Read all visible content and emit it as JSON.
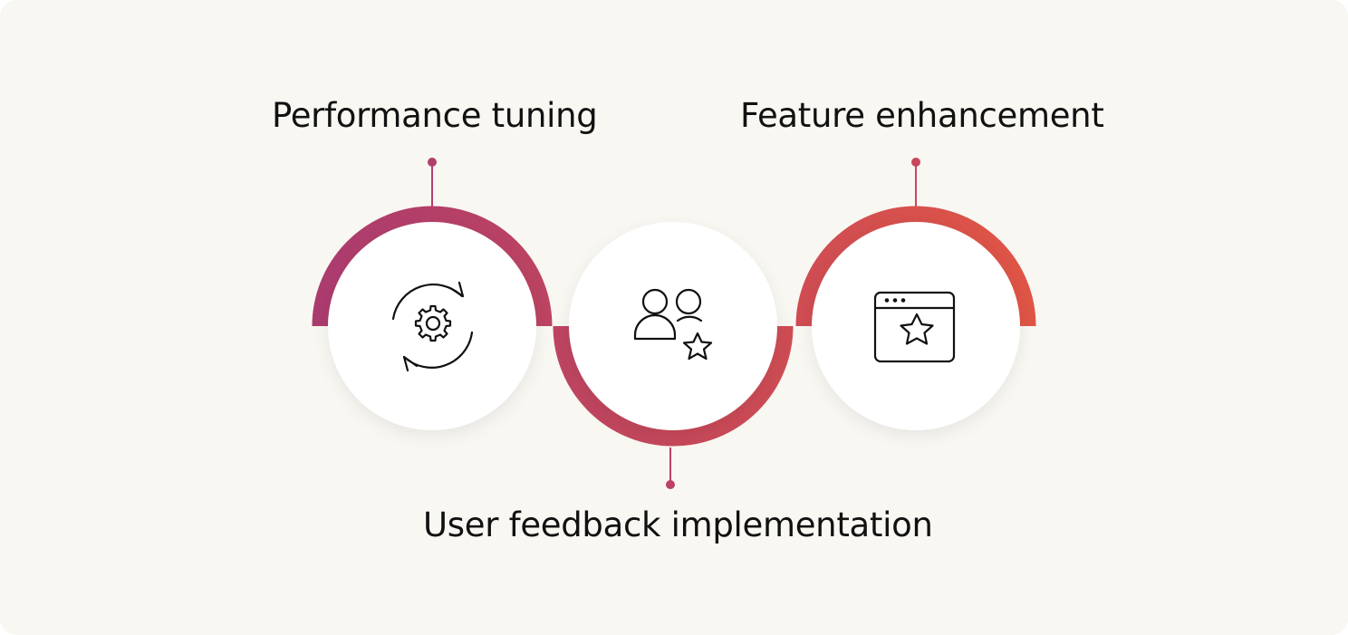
{
  "steps": [
    {
      "label": "Performance tuning",
      "icon": "gear-refresh-icon"
    },
    {
      "label": "User feedback implementation",
      "icon": "users-star-icon"
    },
    {
      "label": "Feature enhancement",
      "icon": "browser-star-icon"
    }
  ],
  "colors": {
    "background": "#f9f7f2",
    "gradient_start": "#ab3b6f",
    "gradient_end": "#e05545",
    "circle_fill": "#ffffff",
    "icon_stroke": "#111111",
    "text": "#111111"
  }
}
